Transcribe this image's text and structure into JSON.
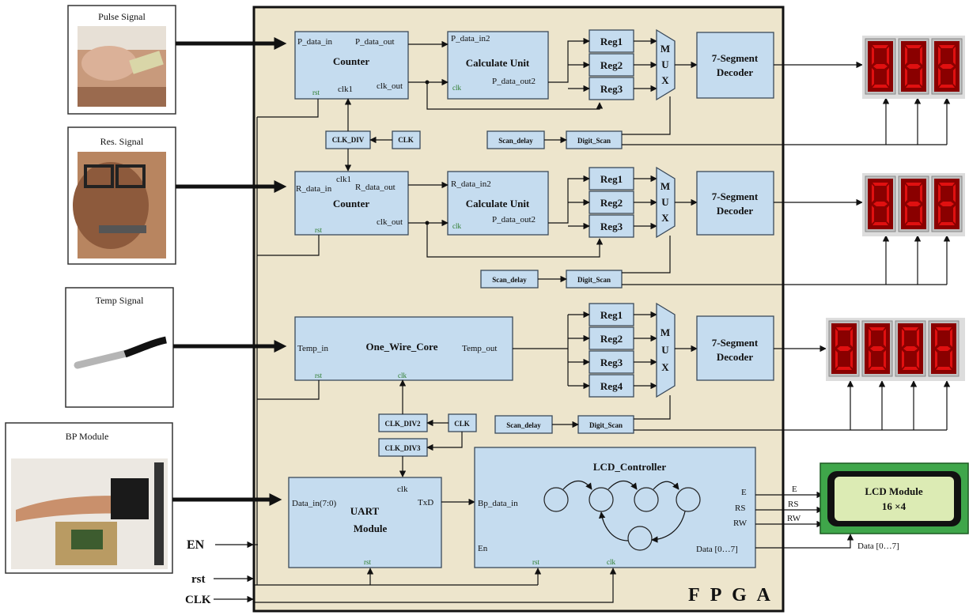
{
  "sensors": {
    "pulse": "Pulse Signal",
    "res": "Res. Signal",
    "temp": "Temp Signal",
    "bp": "BP Module"
  },
  "fpga": {
    "title": "F P G A"
  },
  "pins": {
    "p_data_in": "P_data_in",
    "p_data_out": "P_data_out",
    "r_data_in": "R_data_in",
    "r_data_out": "R_data_out",
    "p_data_in2": "P_data_in2",
    "r_data_in2": "R_data_in2",
    "p_data_out2": "P_data_out2",
    "clk_out": "clk_out",
    "clk1": "clk1",
    "clk": "clk",
    "rst": "rst",
    "temp_in": "Temp_in",
    "temp_out": "Temp_out",
    "data_in": "Data_in(7:0)",
    "txd": "TxD",
    "bp_data_in": "Bp_data_in",
    "en_pin": "En",
    "e": "E",
    "rs": "RS",
    "rw": "RW",
    "data_bus": "Data [0…7]"
  },
  "blocks": {
    "counter": "Counter",
    "calc": "Calculate Unit",
    "reg1": "Reg1",
    "reg2": "Reg2",
    "reg3": "Reg3",
    "reg4": "Reg4",
    "mux": [
      "M",
      "U",
      "X"
    ],
    "decoder1": "7-Segment",
    "decoder2": "Decoder",
    "clk_div": "CLK_DIV",
    "clk_div2": "CLK_DIV2",
    "clk_div3": "CLK_DIV3",
    "clk_src": "CLK",
    "scan_delay": "Scan_delay",
    "digit_scan": "Digit_Scan",
    "one_wire": "One_Wire_Core",
    "uart1": "UART",
    "uart2": "Module",
    "lcd_ctrl": "LCD_Controller"
  },
  "lcd": {
    "line1": "LCD Module",
    "line2": "16 ×4"
  },
  "inputs": {
    "en": "EN",
    "rst": "rst",
    "clk": "CLK"
  },
  "outputs": {
    "data_bus": "Data [0…7]"
  }
}
